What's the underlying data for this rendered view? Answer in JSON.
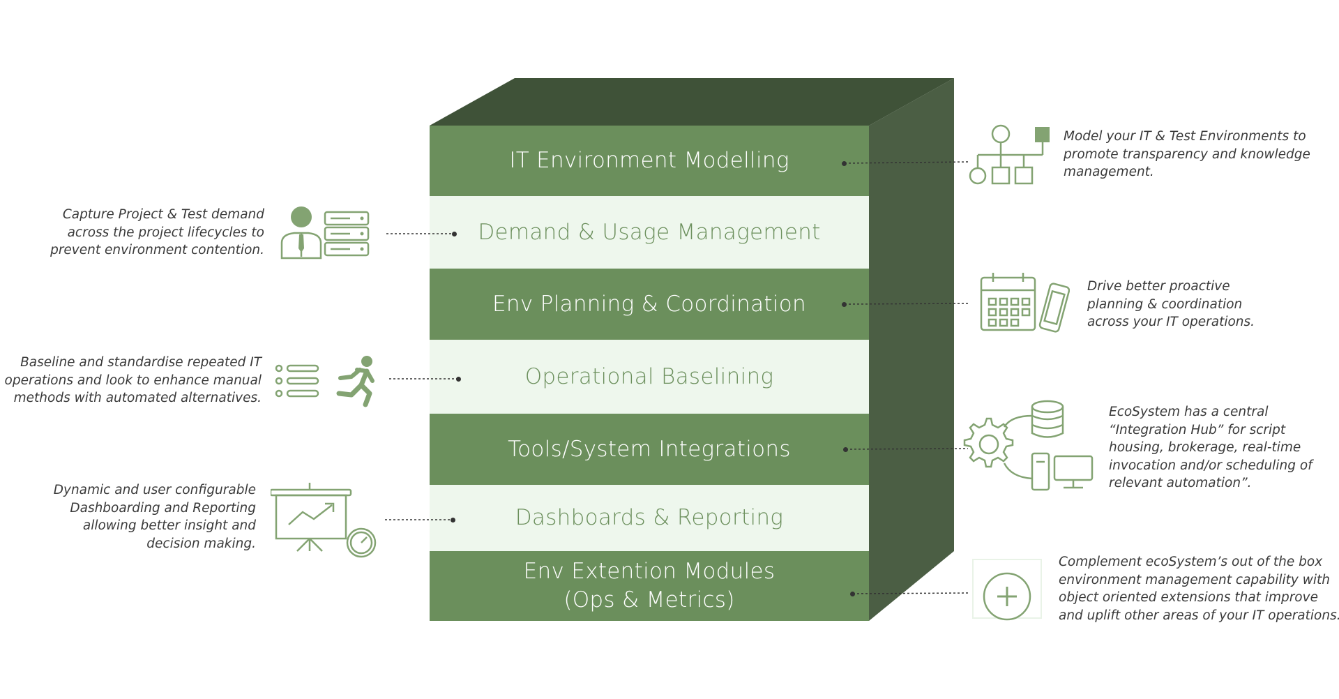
{
  "colors": {
    "layer_dark": "#6b8f5c",
    "layer_light": "#eef7ed",
    "box_side": "#4b5e44",
    "box_top": "#3f5238",
    "icon_stroke": "#83a372",
    "connector": "#333333"
  },
  "layers": [
    {
      "lines": [
        "IT Environment Modelling"
      ],
      "style": "dark"
    },
    {
      "lines": [
        "Demand & Usage Management"
      ],
      "style": "light"
    },
    {
      "lines": [
        "Env Planning & Coordination"
      ],
      "style": "dark"
    },
    {
      "lines": [
        "Operational Baselining"
      ],
      "style": "light"
    },
    {
      "lines": [
        "Tools/System Integrations"
      ],
      "style": "dark"
    },
    {
      "lines": [
        "Dashboards & Reporting"
      ],
      "style": "light"
    },
    {
      "lines": [
        "Env Extention Modules",
        "(Ops & Metrics)"
      ],
      "style": "dark"
    }
  ],
  "descriptions": {
    "modelling": {
      "icon": "hierarchy-chart-icon",
      "lines": [
        "Model your IT & Test Environments to",
        "promote transparency and knowledge",
        "management."
      ]
    },
    "demand": {
      "icon": "person-server-icon",
      "lines": [
        "Capture Project & Test demand",
        "across the project lifecycles to",
        "prevent environment contention."
      ]
    },
    "planning": {
      "icon": "calendar-phone-icon",
      "lines": [
        "Drive better proactive",
        "planning & coordination",
        "across your IT operations."
      ]
    },
    "baselining": {
      "icon": "checklist-runner-icon",
      "lines": [
        "Baseline and standardise repeated IT",
        "operations and look to enhance manual",
        "methods with automated alternatives."
      ]
    },
    "integrations": {
      "icon": "gear-database-computer-icon",
      "lines": [
        "EcoSystem has a central",
        "“Integration Hub” for script",
        "housing, brokerage, real-time",
        "invocation and/or scheduling of",
        "relevant automation”."
      ]
    },
    "dashboards": {
      "icon": "presentation-gauge-icon",
      "lines": [
        "Dynamic and user configurable",
        "Dashboarding and Reporting",
        "allowing better insight and",
        "decision making."
      ]
    },
    "extensions": {
      "icon": "plus-window-icon",
      "lines": [
        "Complement ecoSystem’s out of the box",
        "environment management capability with",
        "object oriented extensions that improve",
        "and uplift other areas of your IT operations."
      ]
    }
  }
}
